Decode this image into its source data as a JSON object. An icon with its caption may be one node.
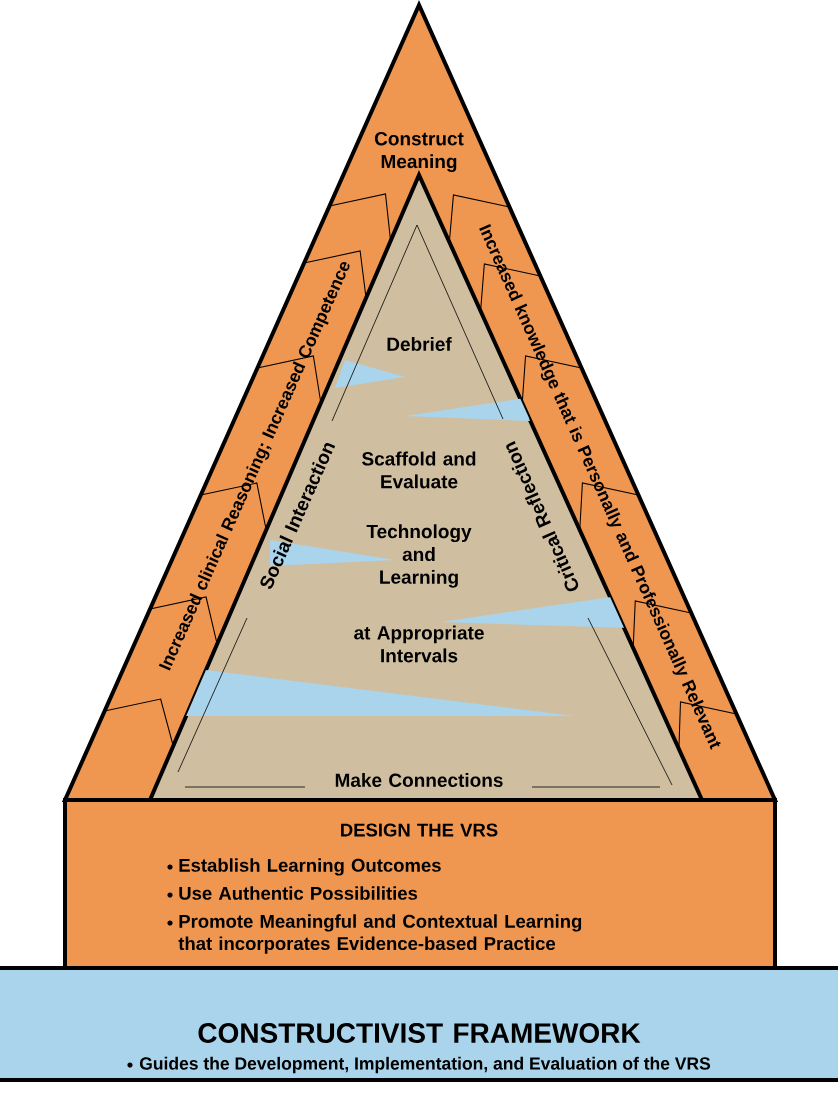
{
  "diagram": {
    "nodes": [
      {
        "text": [
          "Construct Meaning",
          "Increased clinical Reasoning; Increased Competence",
          "Increased knowledge that is Personally and Professionally Relevant"
        ]
      },
      {
        "text": [
          "Debrief",
          "Scaffold and Evaluate",
          "Technology and Learning",
          "at Appropriate Intervals",
          "Social Interaction",
          "Critical Reflection",
          "Make Connections"
        ],
        "in": 0
      },
      {
        "text": [
          "DESIGN THE VRS",
          "Establish Learning Outcomes",
          "Use Authentic Possibilities",
          "Promote Meaningful and Contextual Learning that incorporates Evidence-based Practice"
        ]
      },
      {
        "text": [
          "CONSTRUCTIVIST FRAMEWORK",
          "Guides the Development, Implementation, and Evaluation of the VRS"
        ]
      }
    ],
    "edges": []
  }
}
